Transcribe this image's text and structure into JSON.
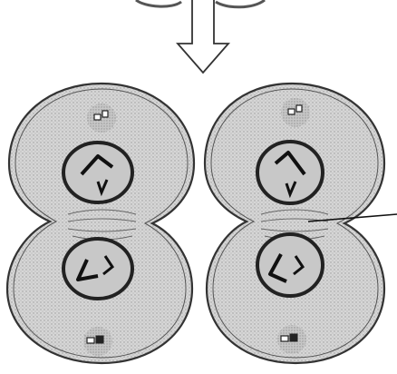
{
  "diagram": {
    "description": "",
    "colors": {
      "cell_fill": "#d2d2d2",
      "membrane": "#3a3a3a",
      "nucleus_fill": "#bcbcbc",
      "chromosome": "#1c1c1c",
      "background": "#ffffff"
    },
    "cells": [
      {
        "id": "left-cell",
        "nuclei": 2,
        "centrosomes": 2
      },
      {
        "id": "right-cell",
        "nuclei": 2,
        "centrosomes": 2
      }
    ],
    "icons": [
      "down-arrow-icon",
      "pointer-line-icon"
    ],
    "labels": []
  }
}
